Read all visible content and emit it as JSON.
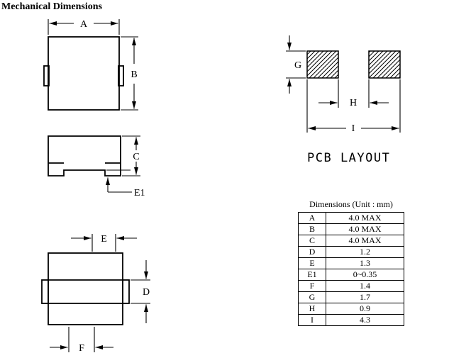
{
  "page": {
    "title": "Mechanical Dimensions"
  },
  "dims": {
    "A": "A",
    "B": "B",
    "C": "C",
    "D": "D",
    "E": "E",
    "E1": "E1",
    "F": "F",
    "G": "G",
    "H": "H",
    "I": "I"
  },
  "pcb": {
    "label": "PCB LAYOUT"
  },
  "table": {
    "title": "Dimensions (Unit : mm)",
    "rows": [
      {
        "param": "A",
        "value": "4.0 MAX"
      },
      {
        "param": "B",
        "value": "4.0 MAX"
      },
      {
        "param": "C",
        "value": "4.0 MAX"
      },
      {
        "param": "D",
        "value": "1.2"
      },
      {
        "param": "E",
        "value": "1.3"
      },
      {
        "param": "E1",
        "value": "0~0.35"
      },
      {
        "param": "F",
        "value": "1.4"
      },
      {
        "param": "G",
        "value": "1.7"
      },
      {
        "param": "H",
        "value": "0.9"
      },
      {
        "param": "I",
        "value": "4.3"
      }
    ]
  }
}
